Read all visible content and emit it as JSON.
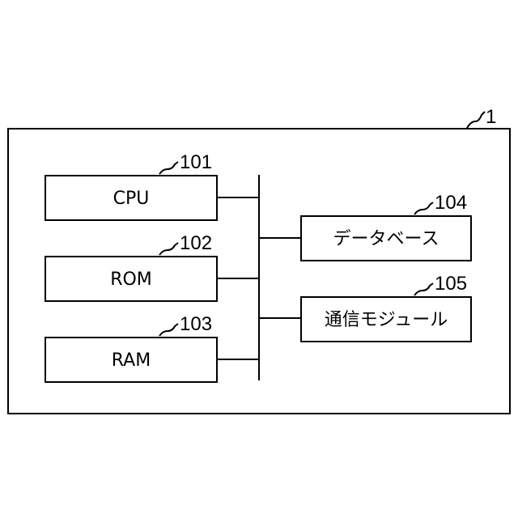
{
  "system": {
    "ref": "1"
  },
  "blocks": {
    "cpu": {
      "label": "CPU",
      "ref": "101"
    },
    "rom": {
      "label": "ROM",
      "ref": "102"
    },
    "ram": {
      "label": "RAM",
      "ref": "103"
    },
    "database": {
      "label": "データベース",
      "ref": "104"
    },
    "comm_module": {
      "label": "通信モジュール",
      "ref": "105"
    }
  }
}
